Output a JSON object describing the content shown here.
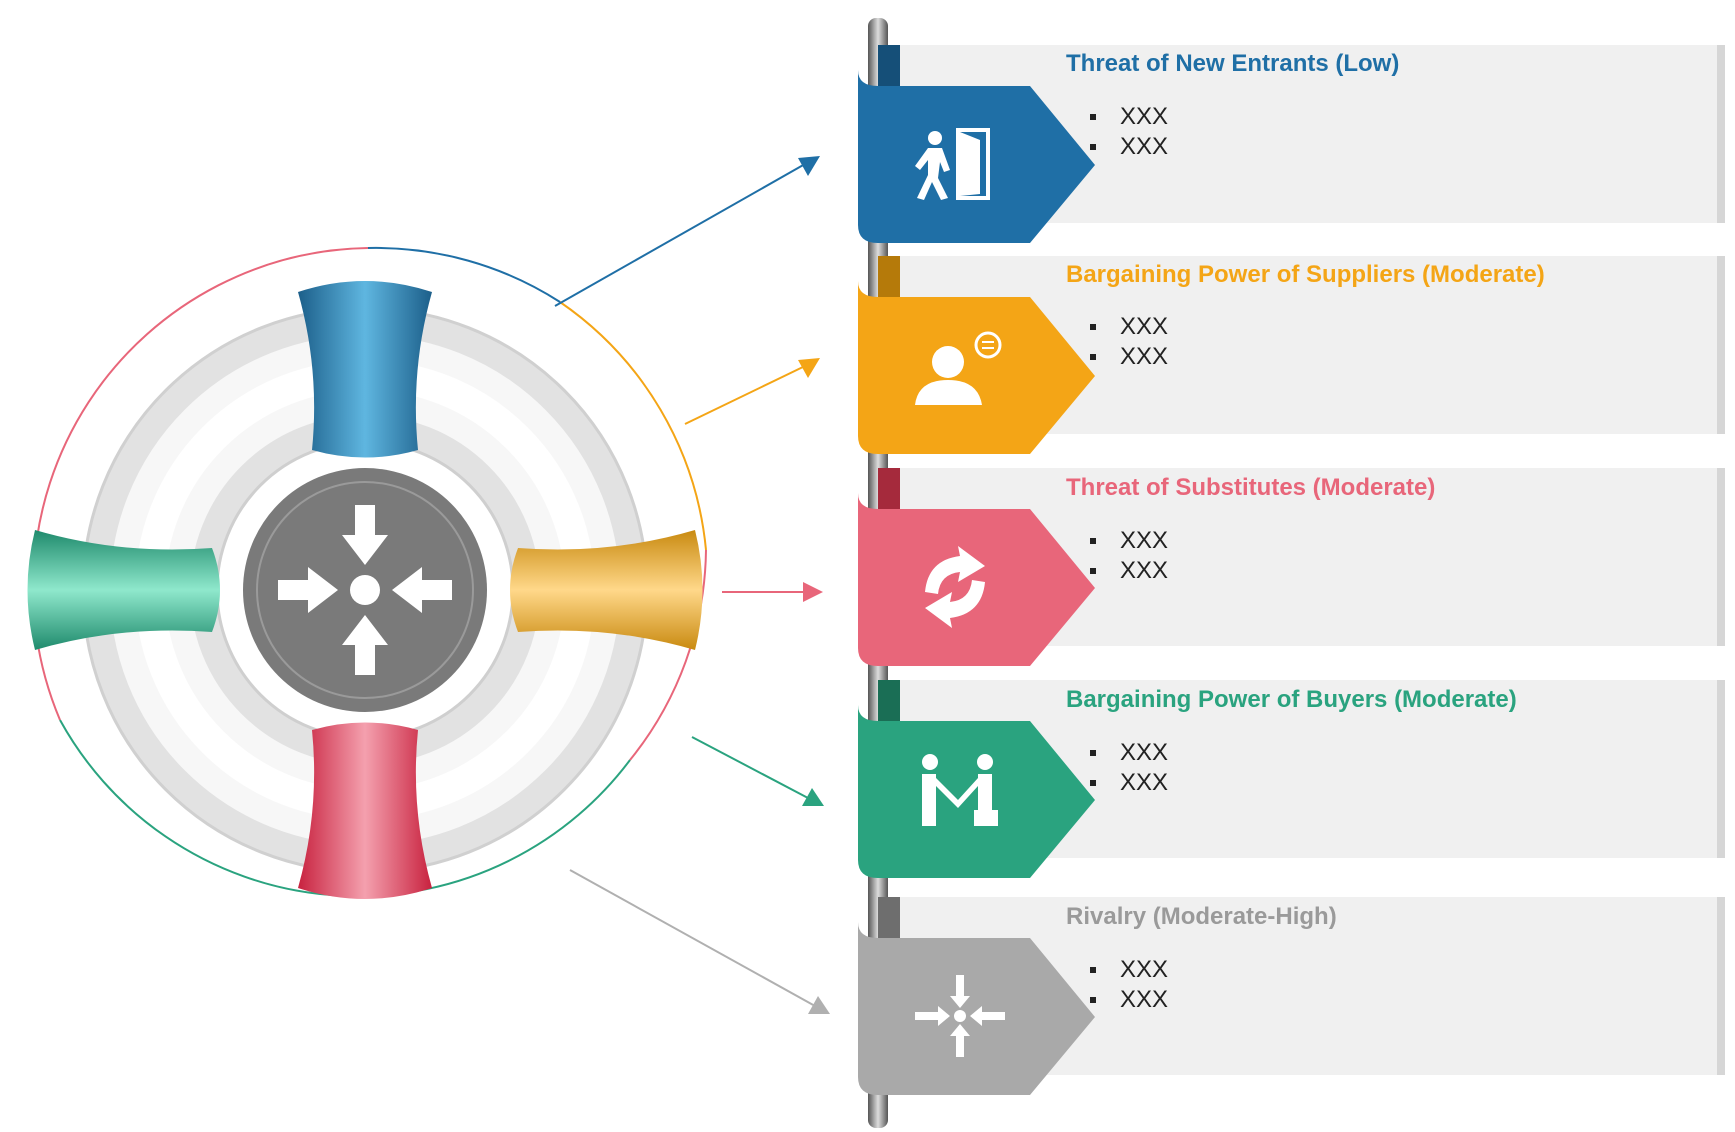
{
  "colors": {
    "new_entrants": "#1f6fa6",
    "suppliers": "#f4a516",
    "substitutes": "#e8667a",
    "buyers": "#2aa37f",
    "rivalry": "#a9a9a9",
    "center_disc": "#7a7a7a"
  },
  "forces": [
    {
      "title": "Threat of New Entrants (Low)",
      "icon": "exit-door-icon",
      "bullets": [
        "XXX",
        "XXX"
      ]
    },
    {
      "title": "Bargaining Power of Suppliers (Moderate)",
      "icon": "supplier-person-icon",
      "bullets": [
        "XXX",
        "XXX"
      ]
    },
    {
      "title": "Threat of Substitutes (Moderate)",
      "icon": "swap-arrows-icon",
      "bullets": [
        "XXX",
        "XXX"
      ]
    },
    {
      "title": "Bargaining Power of Buyers (Moderate)",
      "icon": "handshake-icon",
      "bullets": [
        "XXX",
        "XXX"
      ]
    },
    {
      "title": "Rivalry (Moderate-High)",
      "icon": "converging-arrows-icon",
      "bullets": [
        "XXX",
        "XXX"
      ]
    }
  ],
  "center_icon": "converging-arrows-icon"
}
